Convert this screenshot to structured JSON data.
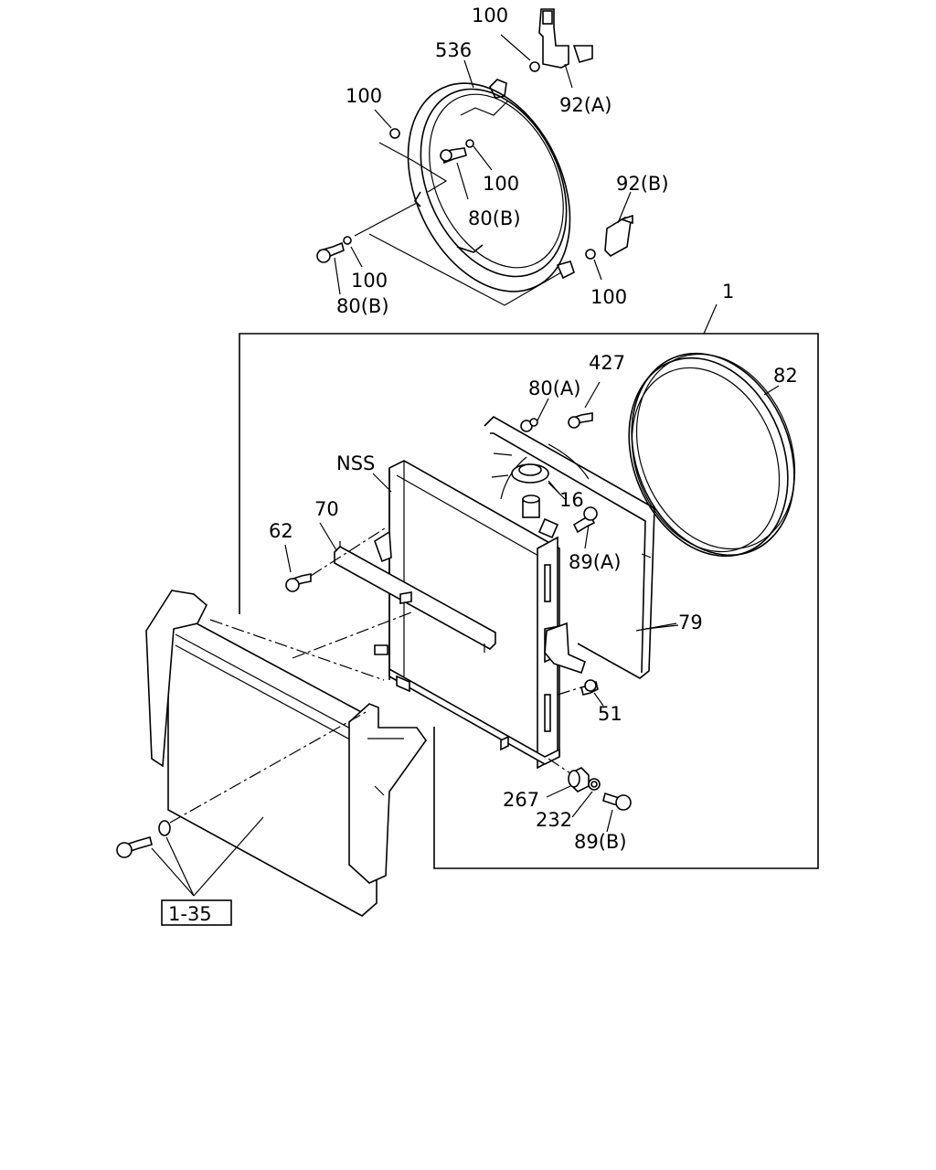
{
  "callouts": {
    "c100_top": "100",
    "c536": "536",
    "c92a": "92(A)",
    "c100_left": "100",
    "c100_mid": "100",
    "c80b_mid": "80(B)",
    "c92b": "92(B)",
    "c100_low": "100",
    "c80b_low": "80(B)",
    "c100_right": "100",
    "c1": "1",
    "c427": "427",
    "c80a": "80(A)",
    "c82": "82",
    "cNSS": "NSS",
    "c16": "16",
    "c70": "70",
    "c62": "62",
    "c89a": "89(A)",
    "c79": "79",
    "c51": "51",
    "c267": "267",
    "c232": "232",
    "c89b": "89(B)"
  },
  "reference_box": "1-35"
}
